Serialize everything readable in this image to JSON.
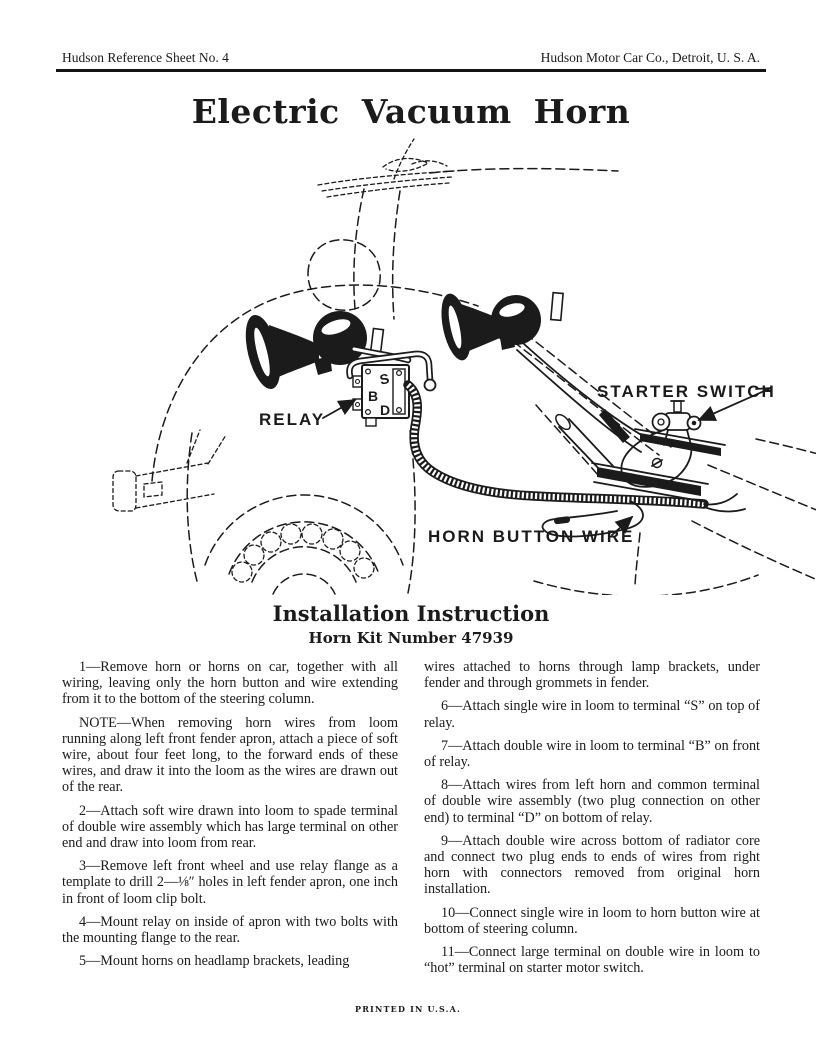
{
  "header": {
    "left": "Hudson Reference Sheet No. 4",
    "right": "Hudson Motor Car Co., Detroit, U. S. A."
  },
  "title": "Electric Vacuum Horn",
  "diagram": {
    "labels": {
      "relay": "RELAY",
      "starter_switch": "STARTER SWITCH",
      "horn_button_wire": "HORN BUTTON WIRE"
    },
    "relay_terminals": [
      "S",
      "B",
      "D"
    ]
  },
  "section": {
    "heading": "Installation Instruction",
    "subheading": "Horn Kit Number 47939"
  },
  "instructions": {
    "left_column": [
      "1—Remove horn or horns on car, together with all wiring, leaving only the horn button and wire extending from it to the bottom of the steering column.",
      "NOTE—When removing horn wires from loom running along left front fender apron, attach a piece of soft wire, about four feet long, to the forward ends of these wires, and draw it into the loom as the wires are drawn out of the rear.",
      "2—Attach soft wire drawn into loom to spade terminal of double wire assembly which has large terminal on other end and draw into loom from rear.",
      "3—Remove left front wheel and use relay flange as a template to drill 2—⅛″ holes in left fender apron, one inch in front of loom clip bolt.",
      "4—Mount relay on inside of apron with two bolts with the mounting flange to the rear.",
      "5—Mount horns on headlamp brackets, leading"
    ],
    "right_column": [
      "wires attached to horns through lamp brackets, under fender and through grommets in fender.",
      "6—Attach single wire in loom to terminal “S” on top of relay.",
      "7—Attach double wire in loom to terminal “B” on front of relay.",
      "8—Attach wires from left horn and common terminal of double wire assembly (two plug connection on other end) to terminal “D” on bottom of relay.",
      "9—Attach double wire across bottom of radiator core and connect two plug ends to ends of wires from right horn with connectors removed from original horn installation.",
      "10—Connect single wire in loom to horn button wire at bottom of steering column.",
      "11—Connect large terminal on double wire in loom to “hot” terminal on starter motor switch."
    ]
  },
  "footer": "PRINTED IN U.S.A."
}
